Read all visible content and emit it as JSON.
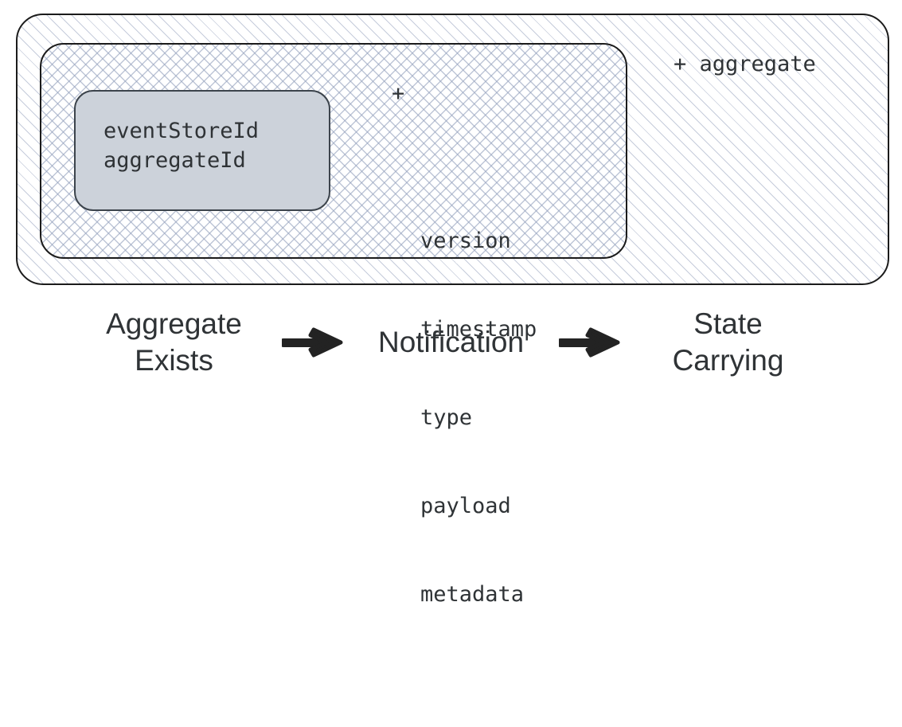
{
  "diagram": {
    "outer_box": {
      "name": "aggregate",
      "label": "+ aggregate",
      "plus": "+",
      "text": "aggregate",
      "pattern": "diagonal-hatch",
      "border_color": "#1b1b1b"
    },
    "middle_box": {
      "name": "state-carrying-event",
      "pattern": "cross-hatch",
      "border_color": "#1b1b1b",
      "attributes_plus": "+",
      "attributes": [
        "version",
        "timestamp",
        "type",
        "payload",
        "metadata"
      ]
    },
    "inner_box": {
      "name": "identity",
      "fill_color": "#ccd2da",
      "border_color": "#3c444c",
      "fields": [
        "eventStoreId",
        "aggregateId"
      ]
    }
  },
  "flow": {
    "steps": [
      {
        "label": "Aggregate\nExists"
      },
      {
        "label": "Notification"
      },
      {
        "label": "State\nCarrying"
      }
    ],
    "arrows": [
      {
        "name": "arrow-right-1",
        "glyph": "→"
      },
      {
        "name": "arrow-right-2",
        "glyph": "→"
      }
    ],
    "arrow_color": "#232323"
  },
  "colors": {
    "text": "#2f3336",
    "hatch": "#96a3be",
    "background": "#ffffff"
  }
}
